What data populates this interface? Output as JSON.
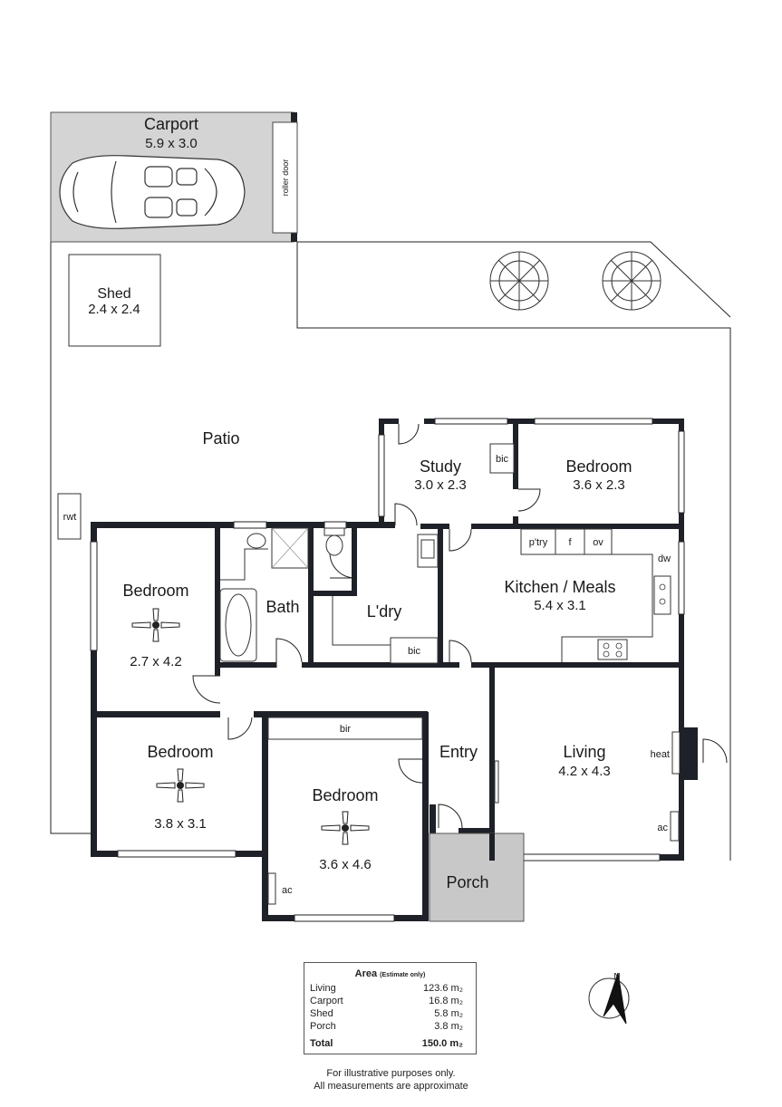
{
  "rooms": {
    "carport": {
      "name": "Carport",
      "dims": "5.9 x 3.0",
      "door_label": "roller door"
    },
    "shed": {
      "name": "Shed",
      "dims": "2.4 x 2.4"
    },
    "patio": {
      "name": "Patio"
    },
    "rwt": {
      "name": "rwt"
    },
    "study": {
      "name": "Study",
      "dims": "3.0 x 2.3"
    },
    "study_bic": {
      "name": "bic"
    },
    "bedroom_ne": {
      "name": "Bedroom",
      "dims": "3.6 x 2.3"
    },
    "bedroom_w": {
      "name": "Bedroom",
      "dims": "2.7 x 4.2"
    },
    "bath": {
      "name": "Bath"
    },
    "laundry": {
      "name": "L'dry"
    },
    "laundry_bic": {
      "name": "bic"
    },
    "kitchen": {
      "name": "Kitchen / Meals",
      "dims": "5.4 x 3.1",
      "pantry": "p'try",
      "fridge": "f",
      "oven": "ov",
      "dishwasher": "dw"
    },
    "bedroom_sw": {
      "name": "Bedroom",
      "dims": "3.8 x 3.1"
    },
    "bedroom_s": {
      "name": "Bedroom",
      "dims": "3.6 x 4.6",
      "bir": "bir",
      "ac": "ac"
    },
    "entry": {
      "name": "Entry"
    },
    "living": {
      "name": "Living",
      "dims": "4.2 x 4.3",
      "heat": "heat",
      "ac": "ac"
    },
    "porch": {
      "name": "Porch"
    }
  },
  "compass": {
    "label": "N"
  },
  "area_table": {
    "title": "Area",
    "note": "(Estimate only)",
    "rows": [
      {
        "label": "Living",
        "value": "123.6 m₂"
      },
      {
        "label": "Carport",
        "value": "16.8 m₂"
      },
      {
        "label": "Shed",
        "value": "5.8 m₂"
      },
      {
        "label": "Porch",
        "value": "3.8 m₂"
      }
    ],
    "total": {
      "label": "Total",
      "value": "150.0 m₂"
    }
  },
  "footer": {
    "line1": "For illustrative purposes only.",
    "line2": "All measurements are approximate"
  },
  "colors": {
    "wall": "#1f2128",
    "carport_fill": "#d4d4d4",
    "porch_fill": "#c8c8c8"
  }
}
